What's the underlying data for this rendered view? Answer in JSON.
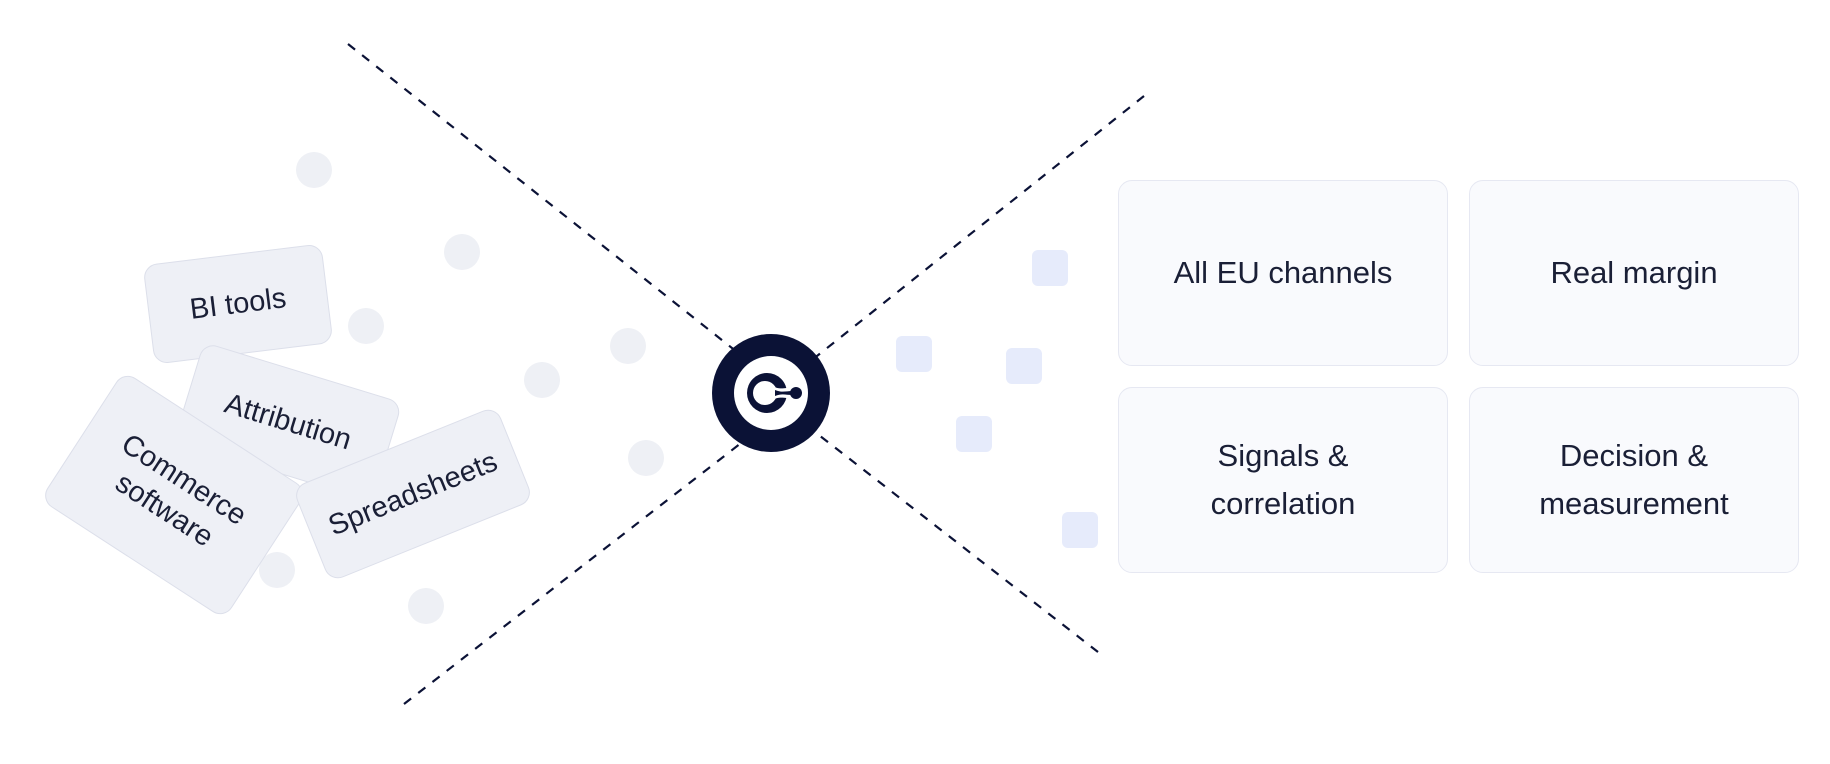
{
  "input_sources": [
    {
      "name": "source-bi-tools",
      "label": "BI tools"
    },
    {
      "name": "source-attribution",
      "label": "Attribution"
    },
    {
      "name": "source-commerce-software",
      "label": "Commerce\nsoftware"
    },
    {
      "name": "source-spreadsheets",
      "label": "Spreadsheets"
    }
  ],
  "outputs": [
    {
      "name": "output-all-eu-channels",
      "label": "All EU channels"
    },
    {
      "name": "output-real-margin",
      "label": "Real margin"
    },
    {
      "name": "output-signals-correlation",
      "label": "Signals &\ncorrelation"
    },
    {
      "name": "output-decision-measurement",
      "label": "Decision &\nmeasurement"
    }
  ],
  "logo": {
    "icon": "brand-logo-icon"
  },
  "colors": {
    "line": "#0b1236",
    "logo_bg": "#0b1236",
    "chip_bg": "#eef0f6",
    "card_bg": "#f9fafd",
    "dot": "#eef0f5",
    "square": "#e6ebfb"
  }
}
